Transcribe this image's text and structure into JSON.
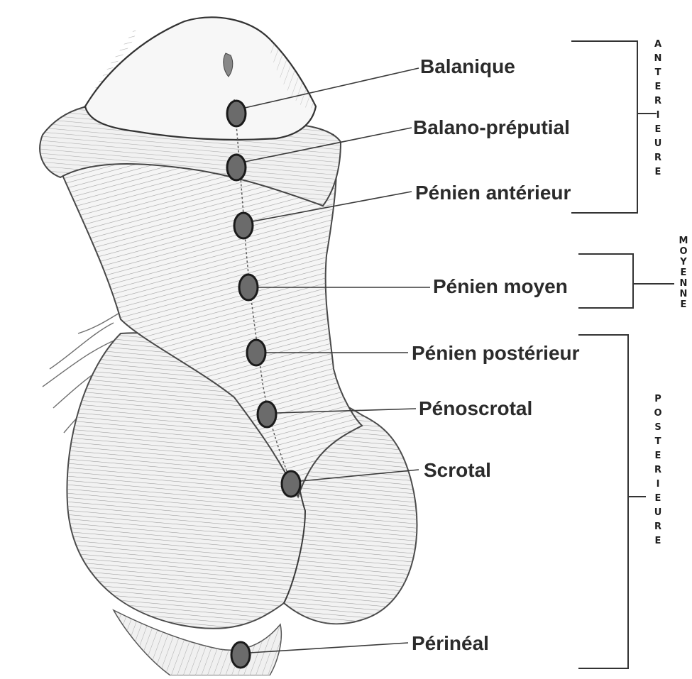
{
  "labels": {
    "balanique": "Balanique",
    "balano_preputial": "Balano-préputial",
    "penien_anterieur": "Pénien antérieur",
    "penien_moyen": "Pénien moyen",
    "penien_posterieur": "Pénien postérieur",
    "penoscrotal": "Pénoscrotal",
    "scrotal": "Scrotal",
    "perineal": "Périnéal"
  },
  "groups": {
    "anterieure": "ANTERIEURE",
    "moyenne": "MOYENNE",
    "posterieure": "POSTERIEURE"
  },
  "colors": {
    "ink": "#2b2b2b",
    "dot_fill": "#6b6b6b",
    "dot_stroke": "#1a1a1a",
    "skin": "#f4f4f4",
    "hatch": "#8a8a8a"
  }
}
